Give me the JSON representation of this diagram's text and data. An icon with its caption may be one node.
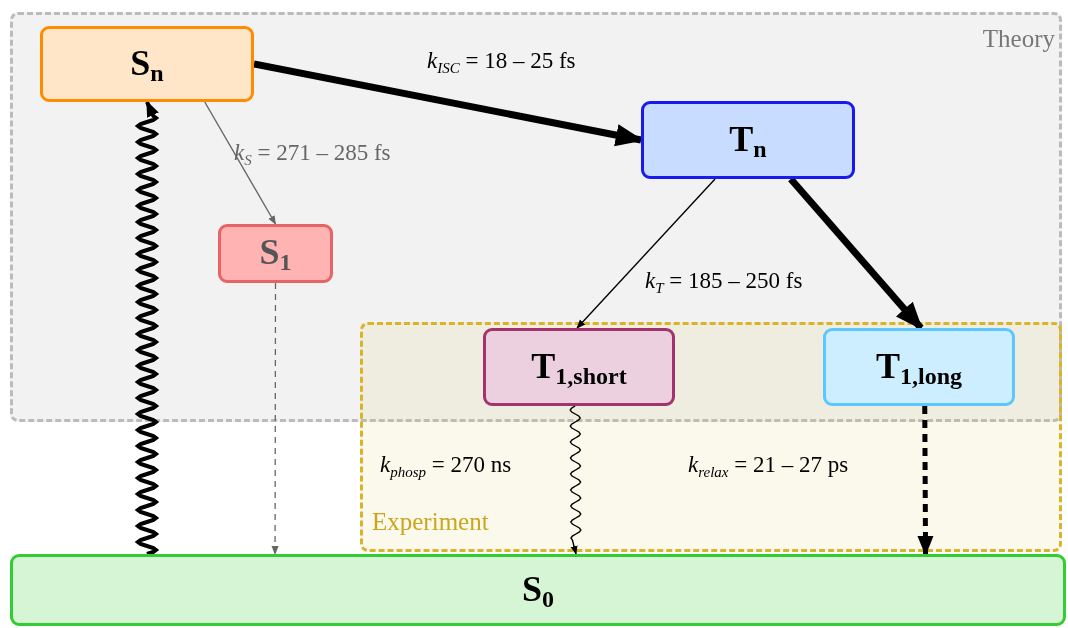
{
  "diagram": {
    "nodes": [
      {
        "text": [
          "Theory"
        ]
      },
      {
        "text": [
          "S$_{n}$"
        ],
        "in": 0
      },
      {
        "text": [
          "T$_{n}$"
        ],
        "in": 0
      },
      {
        "text": [
          "S$_{1}$"
        ],
        "in": 0
      },
      {
        "text": [
          "T$_{1,short}$"
        ],
        "in": 0
      },
      {
        "text": [
          "T$_{1,long}$"
        ],
        "in": 0
      },
      {
        "text": [
          "S$_{0}$"
        ]
      }
    ],
    "edges": [
      {
        "from": 6,
        "to": 1,
        "arrow": "to",
        "style": "thick"
      },
      {
        "from": 1,
        "to": 2,
        "arrow": "to",
        "style": "thick",
        "label": "*k*$_{ISC}$ = 18 – 25 fs"
      },
      {
        "from": 1,
        "to": 3,
        "arrow": "to",
        "color": "#666666",
        "label": "*k*$_{S}$ = 271 – 285 fs"
      },
      {
        "from": 2,
        "to": 4,
        "arrow": "to",
        "label": "*k*$_{T}$ = 185 – 250 fs"
      },
      {
        "from": 2,
        "to": 5,
        "arrow": "to",
        "style": "thick"
      },
      {
        "from": 3,
        "to": 6,
        "arrow": "to",
        "style": "dashed",
        "color": "#666666"
      },
      {
        "from": 4,
        "to": 6,
        "arrow": "to",
        "label": "*k*$_{phosp}$ = 270 ns"
      },
      {
        "from": 5,
        "to": 6,
        "arrow": "to",
        "style": "dashed",
        "label": "*k*$_{relax}$ = 21 – 27 ps"
      }
    ],
    "labels": [
      "Experiment"
    ]
  }
}
